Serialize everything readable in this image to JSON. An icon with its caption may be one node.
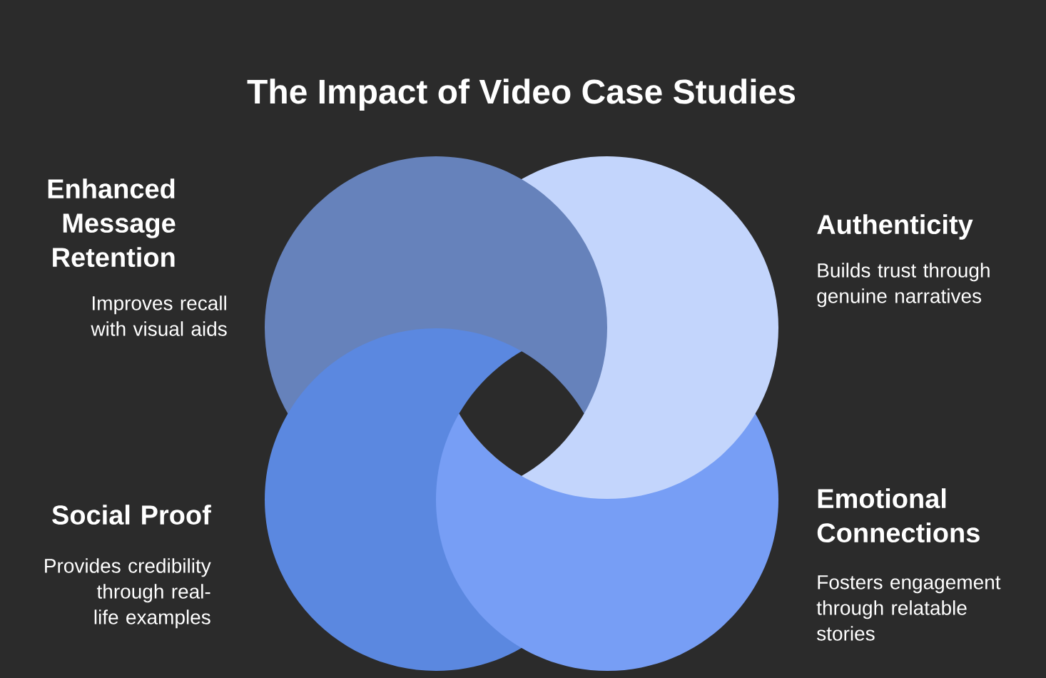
{
  "diagram": {
    "title": "The Impact of Video Case Studies",
    "nodes": [
      {
        "text": [
          "Enhanced Message Retention",
          "Improves recall with visual aids"
        ]
      },
      {
        "text": [
          "Authenticity",
          "Builds trust through genuine narratives"
        ]
      },
      {
        "text": [
          "Social Proof",
          "Provides credibility through real-life examples"
        ]
      },
      {
        "text": [
          "Emotional Connections",
          "Fosters engagement through relatable stories"
        ]
      }
    ]
  }
}
